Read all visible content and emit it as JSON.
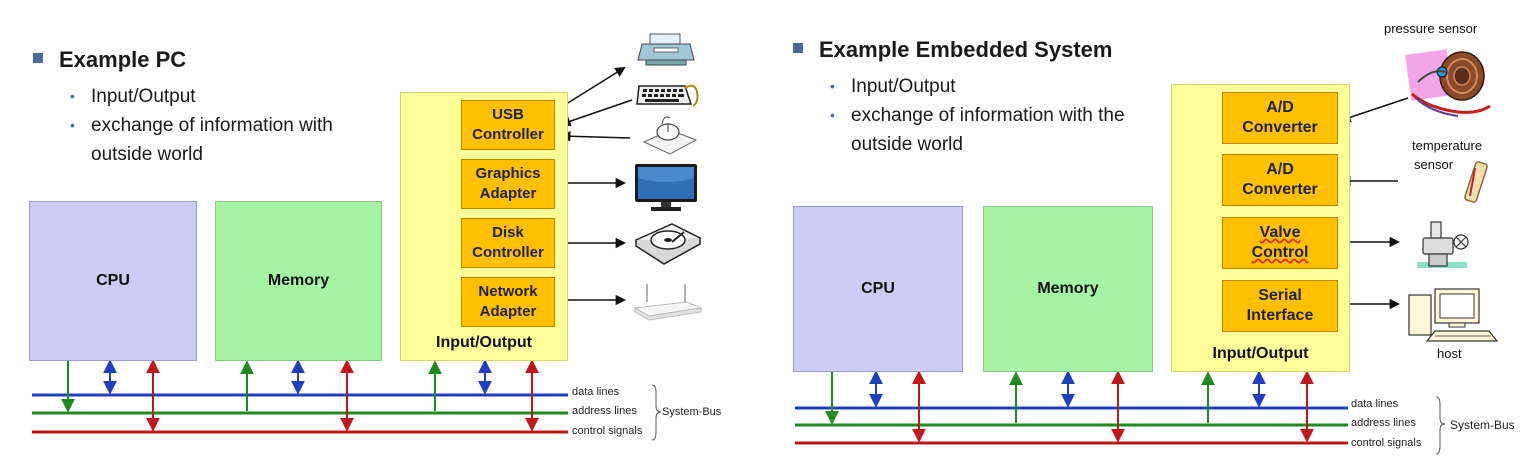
{
  "left": {
    "heading": "Example PC",
    "bullets": [
      "Input/Output",
      "exchange of information with outside world"
    ],
    "cpu_label": "CPU",
    "memory_label": "Memory",
    "io_label": "Input/Output",
    "controllers": [
      {
        "line1": "USB",
        "line2": "Controller"
      },
      {
        "line1": "Graphics",
        "line2": "Adapter"
      },
      {
        "line1": "Disk",
        "line2": "Controller"
      },
      {
        "line1": "Network",
        "line2": "Adapter"
      }
    ],
    "devices": [
      "printer-icon",
      "keyboard-icon",
      "mouse-icon",
      "monitor-icon",
      "hard-disk-icon",
      "router-icon"
    ],
    "bus": {
      "data": "data lines",
      "address": "address lines",
      "control": "control signals",
      "name": "System-Bus"
    }
  },
  "right": {
    "heading": "Example Embedded System",
    "bullets": [
      "Input/Output",
      "exchange of information with the outside world"
    ],
    "cpu_label": "CPU",
    "memory_label": "Memory",
    "io_label": "Input/Output",
    "controllers": [
      {
        "line1": "A/D",
        "line2": "Converter"
      },
      {
        "line1": "A/D",
        "line2": "Converter"
      },
      {
        "line1": "Valve",
        "line2": "Control"
      },
      {
        "line1": "Serial",
        "line2": "Interface"
      }
    ],
    "devices": {
      "pressure_sensor": "pressure sensor",
      "temperature_sensor_1": "temperature",
      "temperature_sensor_2": "sensor",
      "host": "host"
    },
    "bus": {
      "data": "data lines",
      "address": "address lines",
      "control": "control signals",
      "name": "System-Bus"
    }
  },
  "colors": {
    "data_bus": "#1f3fbf",
    "address_bus": "#1f8a1f",
    "control_bus": "#c01818",
    "cpu": "#ccccf5",
    "memory": "#a6f5a6",
    "io": "#ffff99",
    "controller": "#ffc000"
  }
}
